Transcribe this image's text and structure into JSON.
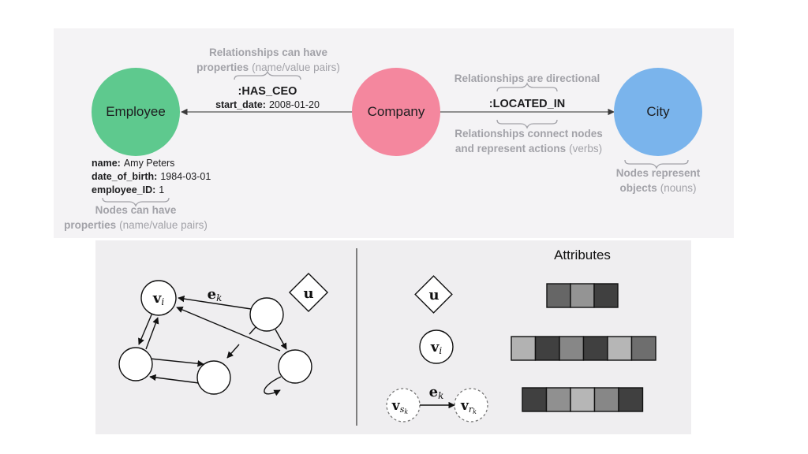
{
  "top": {
    "nodes": {
      "employee": {
        "label": "Employee",
        "color": "#5ec98e"
      },
      "company": {
        "label": "Company",
        "color": "#f4879e"
      },
      "city": {
        "label": "City",
        "color": "#7ab4ec"
      }
    },
    "has_ceo": {
      "type": ":HAS_CEO",
      "prop_key": "start_date:",
      "prop_val": "2008-01-20"
    },
    "located_in": {
      "type": ":LOCATED_IN"
    },
    "employee_props": [
      {
        "key": "name:",
        "val": "Amy Peters"
      },
      {
        "key": "date_of_birth:",
        "val": "1984-03-01"
      },
      {
        "key": "employee_ID:",
        "val": "1"
      }
    ],
    "notes": {
      "rel_props_1": "Relationships can have",
      "rel_props_2": "properties",
      "rel_props_2b": "(name/value pairs)",
      "directional": "Relationships are directional",
      "connect_1": "Relationships connect nodes",
      "connect_2": "and represent actions",
      "connect_2b": "(verbs)",
      "node_props_1": "Nodes can have",
      "node_props_2": "properties",
      "node_props_2b": "(name/value pairs)",
      "nodes_objects_1": "Nodes represent",
      "nodes_objects_2": "objects",
      "nodes_objects_2b": "(nouns)"
    }
  },
  "bottom": {
    "attributes_title": "Attributes",
    "symbols": {
      "u": "u",
      "v": "v",
      "v_sub": "i",
      "e": "e",
      "e_sub": "k",
      "s_sub": "s",
      "r_sub": "r",
      "k_sub": "k"
    },
    "attribute_rows": {
      "global": [
        0.38,
        0.62,
        0.18
      ],
      "node": [
        0.78,
        0.18,
        0.55,
        0.18,
        0.8,
        0.42
      ],
      "edge": [
        0.18,
        0.6,
        0.8,
        0.55,
        0.18
      ]
    }
  }
}
